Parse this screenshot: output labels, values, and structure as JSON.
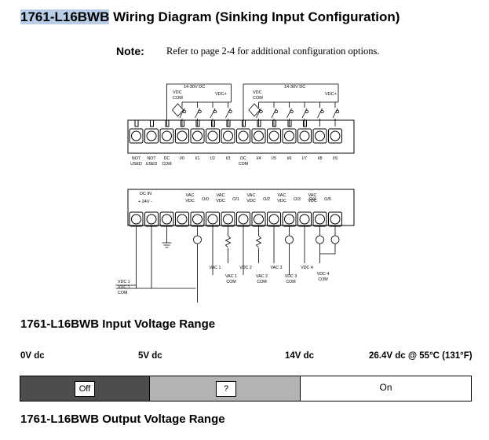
{
  "title": {
    "model": "1761-L16BWB",
    "rest": " Wiring Diagram (Sinking Input Configuration)"
  },
  "note": {
    "label": "Note:",
    "text": "Refer to page 2-4 for additional configuration options."
  },
  "diagram": {
    "input_supply_left": "14-30V DC",
    "input_supply_right": "14-30V DC",
    "vdc_com": [
      "VDC",
      "COM"
    ],
    "vdc_plus": "VDC+",
    "input_terminal_labels": [
      [
        "NOT",
        "USED"
      ],
      [
        "NOT",
        "USED"
      ],
      [
        "DC",
        "COM"
      ],
      [
        "I/0"
      ],
      [
        "I/1"
      ],
      [
        "I/2"
      ],
      [
        "I/3"
      ],
      [
        "DC",
        "COM"
      ],
      [
        "I/4"
      ],
      [
        "I/5"
      ],
      [
        "I/6"
      ],
      [
        "I/7"
      ],
      [
        "I/8"
      ],
      [
        "I/9"
      ]
    ],
    "output_labels": {
      "dc_in": "DC IN",
      "plus24": "+ 24V -",
      "vac_vdc": [
        "VAC",
        "VDC"
      ],
      "outputs": [
        "O/0",
        "O/1",
        "O/2",
        "O/3",
        "O/4",
        "O/5"
      ]
    },
    "coil_label": "CR",
    "bottom_labels": {
      "vdc_left": [
        "VDC 1",
        "VDC 1",
        "COM"
      ],
      "vac1": "VAC 1",
      "vac1_com": [
        "VAC 1",
        "COM"
      ],
      "vdc2": "VDC 2",
      "vac2_com": [
        "VAC 2",
        "COM"
      ],
      "vac3": "VAC 3",
      "vdc3_com": [
        "VDC 3",
        "COM"
      ],
      "vdc4": "VDC 4",
      "vdc4_com": [
        "VDC 4",
        "COM"
      ]
    }
  },
  "input_range": {
    "heading": "1761-L16BWB Input Voltage Range",
    "labels": [
      "0V dc",
      "5V dc",
      "14V dc",
      "26.4V dc @ 55°C (131°F)"
    ],
    "segments": {
      "off": "Off",
      "unknown": "?",
      "on": "On"
    },
    "colors": {
      "off": "#4d4d4d",
      "unknown": "#b3b3b3",
      "on": "#ffffff"
    }
  },
  "output_range": {
    "heading": "1761-L16BWB Output Voltage Range"
  }
}
